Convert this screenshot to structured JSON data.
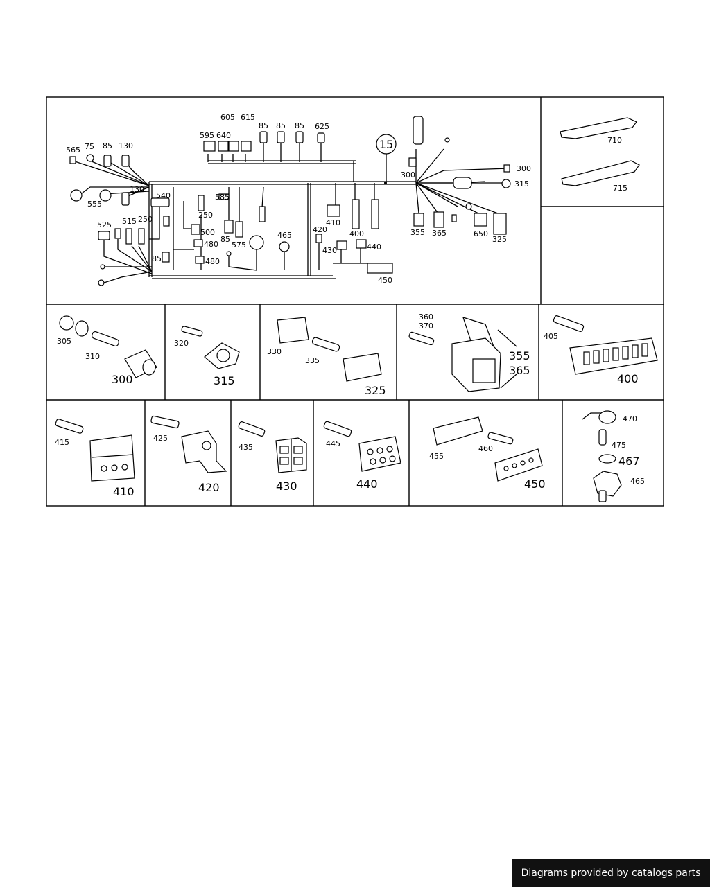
{
  "callouts": {
    "main": {
      "n565": "565",
      "n75": "75",
      "n85a": "85",
      "n130a": "130",
      "n130b": "130",
      "n555": "555",
      "n525": "525",
      "n515": "515",
      "n250a": "250",
      "n540": "540",
      "n250b": "250",
      "n500": "500",
      "n480a": "480",
      "n480b": "480",
      "n85b": "85",
      "n585": "585",
      "n85c": "85",
      "n575": "575",
      "n465": "465",
      "n595": "595",
      "n640": "640",
      "n605": "605",
      "n615": "615",
      "n85d": "85",
      "n85e": "85",
      "n85f": "85",
      "n625": "625",
      "n15": "15",
      "n420": "420",
      "n410": "410",
      "n400": "400",
      "n430": "430",
      "n440": "440",
      "n450": "450",
      "n300a": "300",
      "n300b": "300",
      "n315": "315",
      "n355": "355",
      "n365": "365",
      "n650": "650",
      "n325": "325"
    },
    "side": {
      "n710": "710",
      "n715": "715"
    },
    "row2": {
      "n305": "305",
      "n310": "310",
      "n300": "300",
      "n320": "320",
      "n315": "315",
      "n330": "330",
      "n335": "335",
      "n325": "325",
      "n360": "360",
      "n370": "370",
      "n355": "355",
      "n365": "365",
      "n405": "405",
      "n400": "400"
    },
    "row3": {
      "n415": "415",
      "n410": "410",
      "n425": "425",
      "n420": "420",
      "n435": "435",
      "n430": "430",
      "n445": "445",
      "n440": "440",
      "n455": "455",
      "n460": "460",
      "n450": "450",
      "n470": "470",
      "n475": "475",
      "n467": "467",
      "n465": "465"
    }
  },
  "footer": {
    "text": "Diagrams provided by catalogs parts"
  }
}
